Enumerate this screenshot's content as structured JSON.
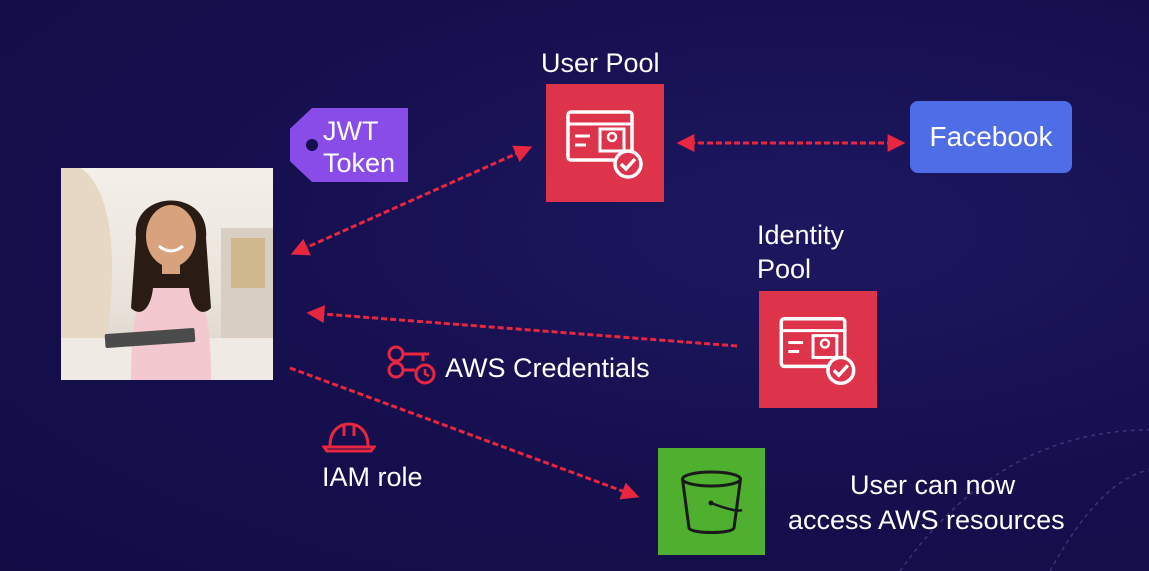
{
  "user_pool": {
    "label": "User Pool"
  },
  "identity_pool": {
    "label_line1": "Identity",
    "label_line2": "Pool"
  },
  "jwt_token": {
    "line1": "JWT",
    "line2": "Token"
  },
  "facebook": {
    "label": "Facebook"
  },
  "aws_credentials": {
    "label": "AWS Credentials"
  },
  "iam_role": {
    "label": "IAM role"
  },
  "result": {
    "line1": "User can now",
    "line2": "access AWS resources"
  },
  "icons": [
    "user-photo",
    "cognito-user-pool-icon",
    "cognito-identity-pool-icon",
    "credentials-keys-icon",
    "hard-hat-icon",
    "s3-bucket-icon"
  ],
  "colors": {
    "background": "#150f4e",
    "cognito_red": "#dd344c",
    "arrow_red": "#e8263f",
    "jwt_purple": "#8a4ce8",
    "facebook_blue": "#4f6de6",
    "s3_green": "#4faf2f"
  }
}
